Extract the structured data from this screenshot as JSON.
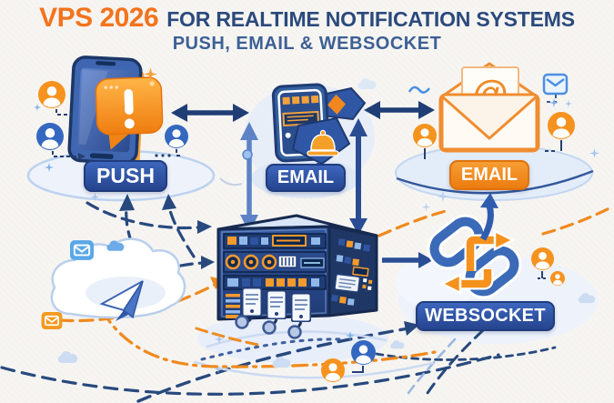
{
  "header": {
    "title_accent": "VPS 2026",
    "title_rest": "FOR REALTIME NOTIFICATION SYSTEMS",
    "subtitle": "PUSH, EMAIL & WEBSOCKET"
  },
  "channels": {
    "push": {
      "label": "PUSH",
      "style": "blue-pill"
    },
    "email_service": {
      "label": "EMAIL",
      "style": "blue-pill"
    },
    "email_delivery": {
      "label": "EMAIL",
      "style": "orange-pill"
    },
    "websocket": {
      "label": "WEBSOCKET",
      "style": "blue-pill"
    }
  },
  "glyphs": {
    "at_symbol": "@"
  },
  "illustration": {
    "icons": [
      "smartphone-icon",
      "push-alert-bubble-icon",
      "user-avatar-icon",
      "notification-panel-icon",
      "bell-icon",
      "open-envelope-at-icon",
      "mail-badge-icon",
      "server-rack-icon",
      "websocket-chain-icon",
      "cloud-icon",
      "paper-plane-icon",
      "sparkle-icon"
    ],
    "connections": [
      "phone <-> notification-panel (double arrow)",
      "notification-panel <-> open-envelope (double arrow)",
      "notification-panel <-> server (two vertical double arrows)",
      "server -> websocket (solid arrow)",
      "websocket -> email-delivery (curved arrow up)",
      "cloud/users -> server (dashed arrows)",
      "server -> users (dashed flow curves, blue and orange)"
    ]
  },
  "colors": {
    "background": "#F7F5F2",
    "accent_orange": "#F4731C",
    "title_navy": "#2B4A7D",
    "subtitle_blue": "#3D6095",
    "pill_blue": "#2C4F9E",
    "pill_orange": "#F0861F",
    "dashed_blue": "#27497E",
    "dashed_orange": "#EF8A1E",
    "light_blue": "#8FB9EA"
  }
}
